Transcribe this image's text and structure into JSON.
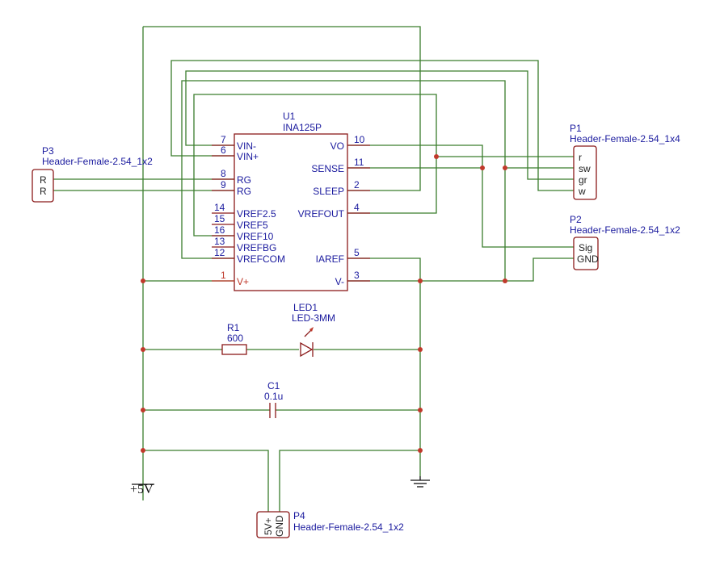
{
  "u1": {
    "ref": "U1",
    "value": "INA125P",
    "left_pins": [
      {
        "num": "7",
        "name": "VIN-"
      },
      {
        "num": "6",
        "name": "VIN+"
      },
      {
        "num": "8",
        "name": "RG"
      },
      {
        "num": "9",
        "name": "RG"
      },
      {
        "num": "14",
        "name": "VREF2.5"
      },
      {
        "num": "15",
        "name": "VREF5"
      },
      {
        "num": "16",
        "name": "VREF10"
      },
      {
        "num": "13",
        "name": "VREFBG"
      },
      {
        "num": "12",
        "name": "VREFCOM"
      },
      {
        "num": "1",
        "name": "V+"
      }
    ],
    "right_pins": [
      {
        "num": "10",
        "name": "VO"
      },
      {
        "num": "11",
        "name": "SENSE"
      },
      {
        "num": "2",
        "name": "SLEEP"
      },
      {
        "num": "4",
        "name": "VREFOUT"
      },
      {
        "num": "5",
        "name": "IAREF"
      },
      {
        "num": "3",
        "name": "V-"
      }
    ]
  },
  "p1": {
    "ref": "P1",
    "value": "Header-Female-2.54_1x4",
    "pins": [
      "r",
      "sw",
      "gr",
      "w"
    ]
  },
  "p2": {
    "ref": "P2",
    "value": "Header-Female-2.54_1x2",
    "pins": [
      "Sig",
      "GND"
    ]
  },
  "p3": {
    "ref": "P3",
    "value": "Header-Female-2.54_1x2",
    "pins": [
      "R",
      "R"
    ]
  },
  "p4": {
    "ref": "P4",
    "value": "Header-Female-2.54_1x2",
    "pins": [
      "5V+",
      "GND"
    ]
  },
  "r1": {
    "ref": "R1",
    "value": "600"
  },
  "led1": {
    "ref": "LED1",
    "value": "LED-3MM"
  },
  "c1": {
    "ref": "C1",
    "value": "0.1u"
  },
  "power": {
    "label": "+5V"
  }
}
